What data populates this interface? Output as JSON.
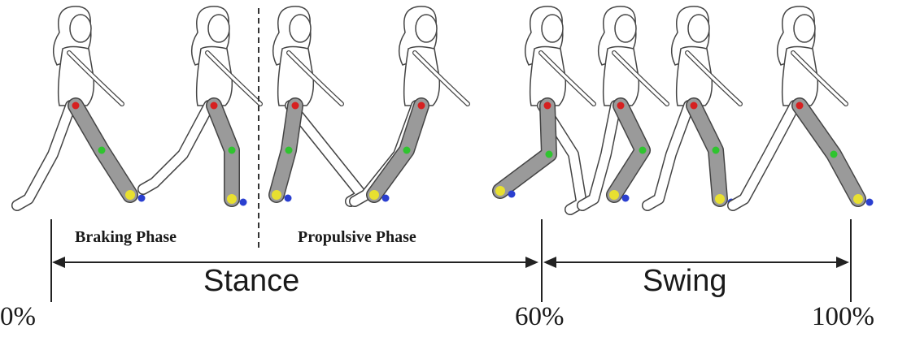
{
  "diagram": {
    "phases": {
      "braking": "Braking Phase",
      "propulsive": "Propulsive Phase"
    },
    "periods": {
      "stance": "Stance",
      "swing": "Swing"
    },
    "percent_marks": {
      "start": "0%",
      "toe_off": "60%",
      "end": "100%"
    },
    "figure_count": 8,
    "joint_markers": {
      "hip": "#d62020",
      "knee": "#2fc42f",
      "ankle": "#e8e030",
      "toe": "#2a3fd0"
    },
    "highlighted_leg_color": "#9a9a9a"
  }
}
